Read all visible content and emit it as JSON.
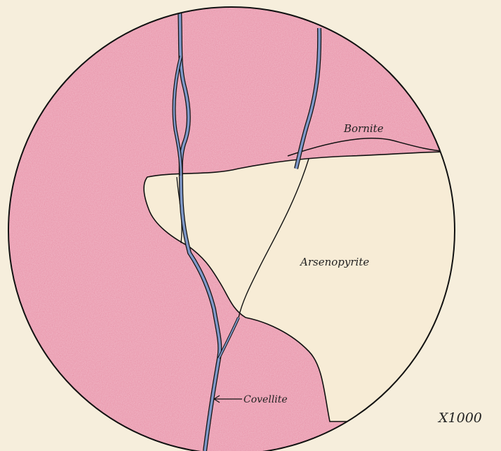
{
  "labels": {
    "bornite": "Bornite",
    "arsenopyrite": "Arsenopyrite",
    "covellite": "Covellite",
    "magnification": "X1000"
  },
  "colors": {
    "paper": "#f6eedc",
    "bornite": "#e88fa6",
    "arsenopyrite": "#f7ecd6",
    "covellite": "#7f98c8",
    "ink": "#111111"
  }
}
